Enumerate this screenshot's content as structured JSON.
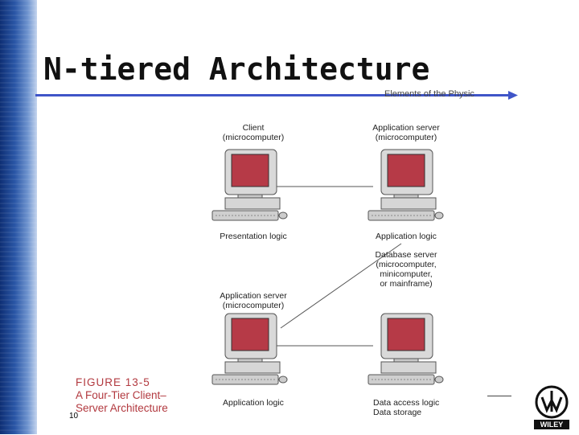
{
  "slide": {
    "title": "N-tiered Architecture",
    "sub_caption": "Elements of the Physic",
    "page_number": "10"
  },
  "diagram": {
    "nodes": [
      {
        "id": "client",
        "title_lines": [
          "Client",
          "(microcomputer)"
        ],
        "logic_lines": [
          "Presentation logic"
        ]
      },
      {
        "id": "app-server-1",
        "title_lines": [
          "Application server",
          "(microcomputer)"
        ],
        "logic_lines": [
          "Application logic"
        ]
      },
      {
        "id": "app-server-2",
        "title_lines": [
          "Application server",
          "(microcomputer)"
        ],
        "logic_lines": [
          "Application logic"
        ]
      },
      {
        "id": "db-server",
        "title_lines": [
          "Database server",
          "(microcomputer,",
          "minicomputer,",
          "or mainframe)"
        ],
        "logic_lines": [
          "Data access logic",
          "Data storage"
        ]
      }
    ],
    "edges": [
      {
        "from": "client",
        "to": "app-server-1"
      },
      {
        "from": "app-server-1",
        "to": "app-server-2"
      },
      {
        "from": "app-server-2",
        "to": "db-server"
      }
    ]
  },
  "figure_caption": {
    "number": "FIGURE 13-5",
    "line1": "A Four-Tier Client–",
    "line2": "Server Architecture"
  },
  "logo": {
    "name": "wiley-logo",
    "text": "WILEY"
  },
  "colors": {
    "sidebar": "#1b3f8a",
    "screen": "#b63a47",
    "caption": "#b2393f",
    "title_rule": "#3f55c8"
  }
}
